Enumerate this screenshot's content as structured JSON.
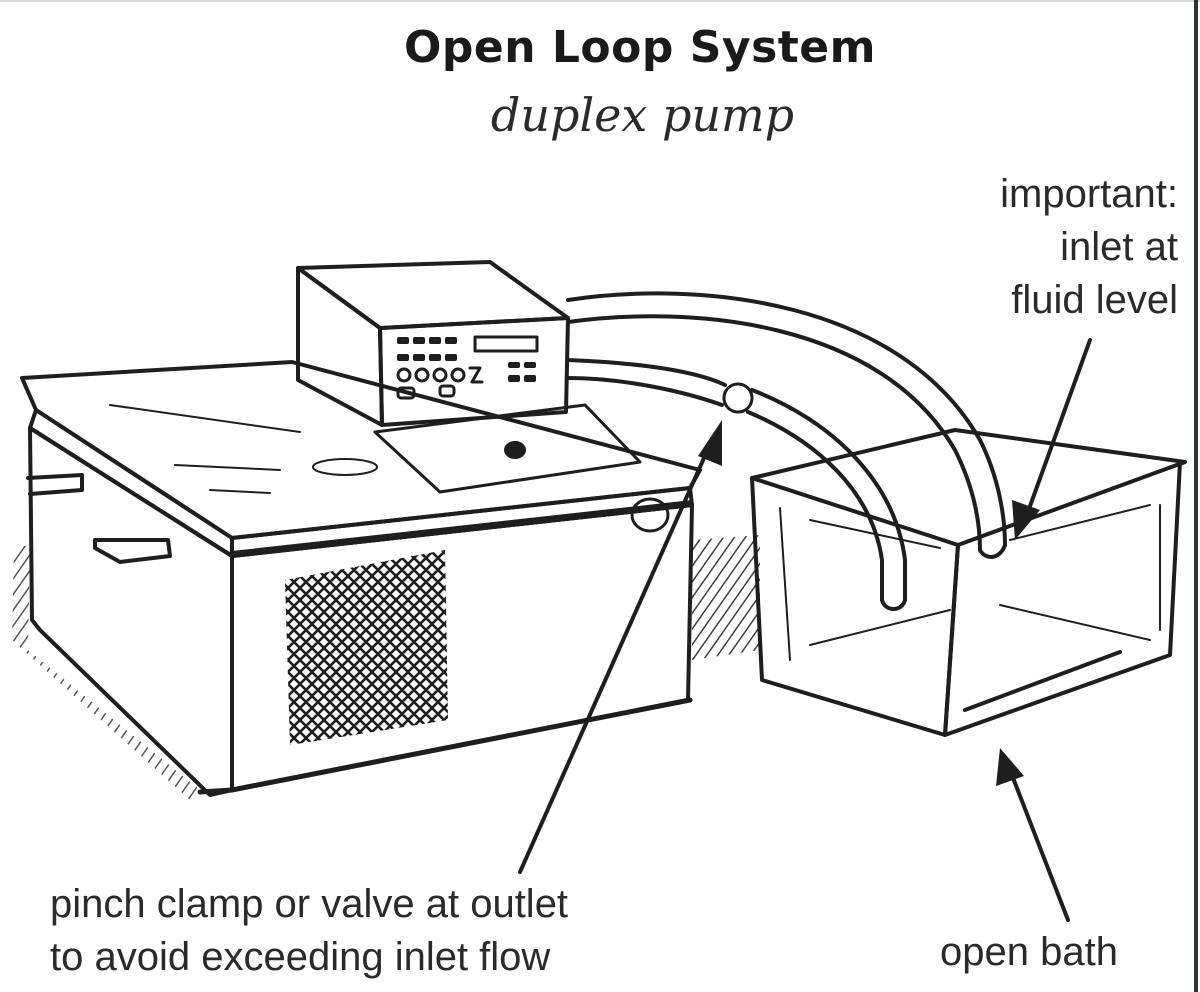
{
  "diagram": {
    "title": "Open Loop System",
    "subtitle": "duplex pump",
    "components": [
      {
        "id": "circulator",
        "name": "refrigerated circulator"
      },
      {
        "id": "controller",
        "name": "pump controller"
      },
      {
        "id": "tubing",
        "name": "duplex tubing"
      },
      {
        "id": "valve",
        "name": "pinch clamp / valve"
      },
      {
        "id": "bath",
        "name": "open bath"
      }
    ],
    "labels": {
      "important": [
        "important:",
        "inlet at",
        "fluid level"
      ],
      "pinch": [
        "pinch clamp or valve at outlet",
        "to avoid exceeding inlet flow"
      ],
      "bath": "open bath"
    },
    "colors": {
      "ink": "#1e1e1e",
      "background": "#ffffff",
      "frame": "#2f3338"
    }
  }
}
